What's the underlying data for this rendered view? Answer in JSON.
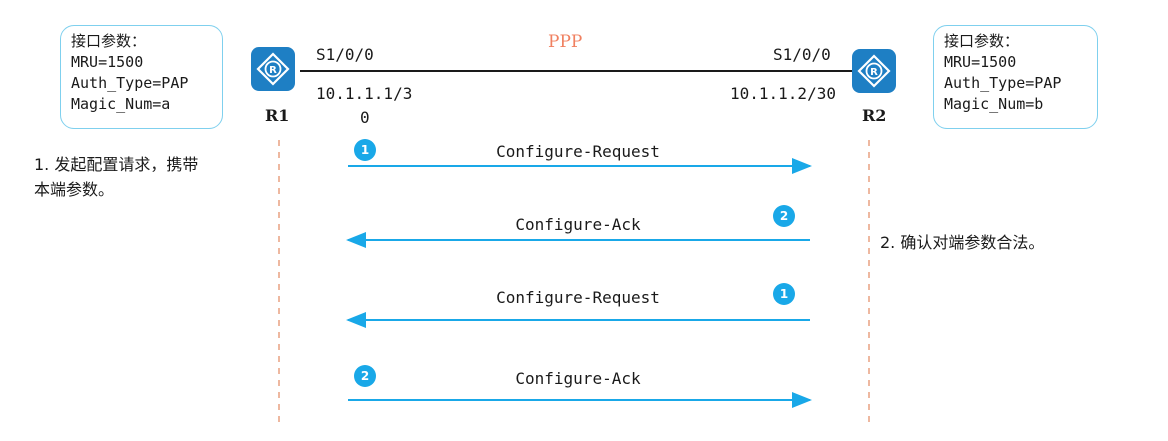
{
  "link": {
    "protocol": "PPP",
    "color": "#f08060"
  },
  "r1": {
    "name": "R1",
    "interface": "S1/0/0",
    "ip_line1": "10.1.1.1/3",
    "ip_line2": "0",
    "params": [
      "接口参数：",
      "MRU=1500",
      "Auth_Type=PAP",
      "Magic_Num=a"
    ]
  },
  "r2": {
    "name": "R2",
    "interface": "S1/0/0",
    "ip": "10.1.1.2/30",
    "params": [
      "接口参数：",
      "MRU=1500",
      "Auth_Type=PAP",
      "Magic_Num=b"
    ]
  },
  "notes": {
    "left_line1": "1. 发起配置请求，携带",
    "left_line2": "本端参数。",
    "right": "2. 确认对端参数合法。"
  },
  "messages": [
    {
      "label": "Configure-Request",
      "step": "1",
      "direction": "right"
    },
    {
      "label": "Configure-Ack",
      "step": "2",
      "direction": "left"
    },
    {
      "label": "Configure-Request",
      "step": "1",
      "direction": "left"
    },
    {
      "label": "Configure-Ack",
      "step": "2",
      "direction": "right"
    }
  ],
  "colors": {
    "arrow": "#19a8e8",
    "timeline": "#e8a080",
    "router": "#1e7fc4",
    "box_border": "#7fd0ee"
  }
}
